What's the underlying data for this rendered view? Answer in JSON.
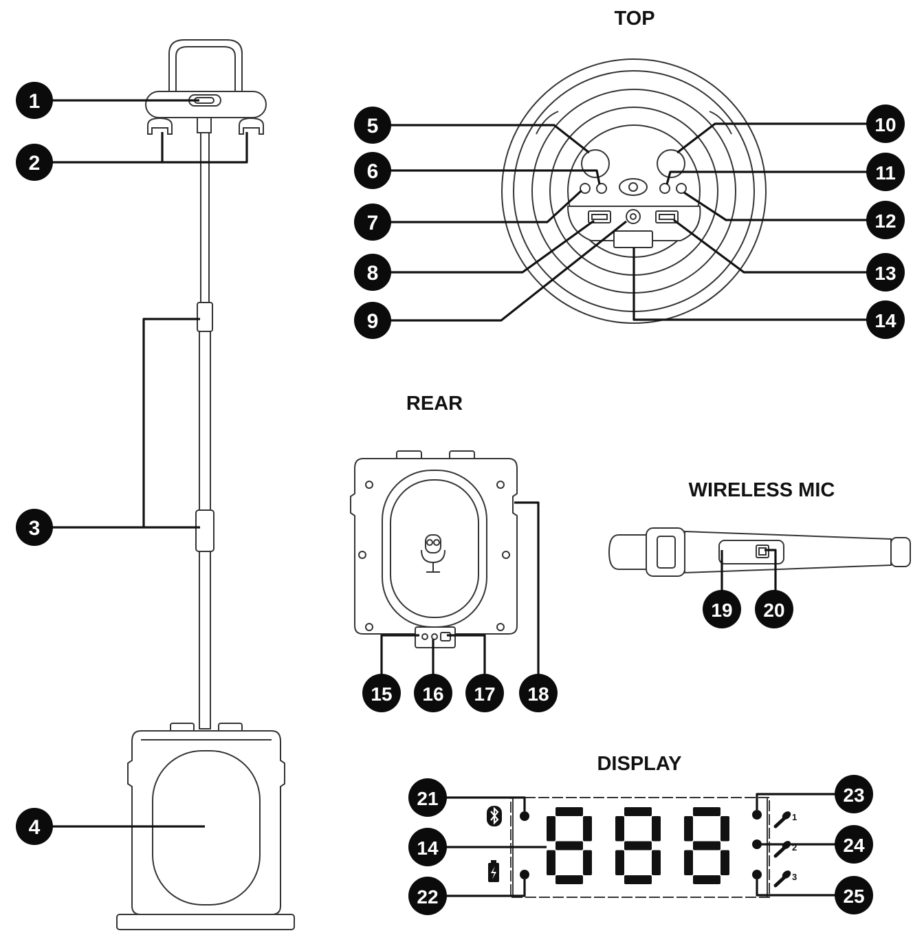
{
  "sections": {
    "top": "TOP",
    "rear": "REAR",
    "mic": "WIRELESS MIC",
    "display": "DISPLAY"
  },
  "badges": [
    "1",
    "2",
    "3",
    "4",
    "5",
    "6",
    "7",
    "8",
    "9",
    "10",
    "11",
    "12",
    "13",
    "14",
    "15",
    "16",
    "17",
    "18",
    "19",
    "20",
    "21",
    "14",
    "22",
    "23",
    "24",
    "25"
  ],
  "display": {
    "digits": "888",
    "mic_indexes": [
      "1",
      "2",
      "3"
    ]
  },
  "icons": [
    "bluetooth-icon",
    "battery-icon",
    "microphone-icon",
    "mascot-mic-icon"
  ],
  "colors": {
    "ink": "#111111",
    "badge": "#0b0b0b",
    "background": "#ffffff"
  }
}
